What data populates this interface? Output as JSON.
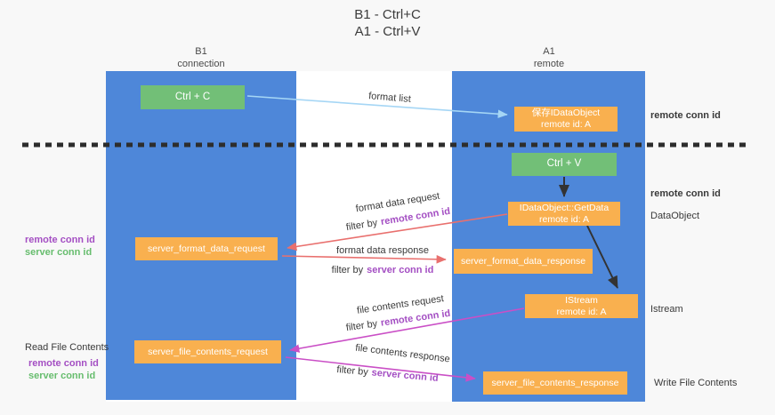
{
  "title": {
    "line1": "B1 - Ctrl+C",
    "line2": "A1 - Ctrl+V"
  },
  "lanes": {
    "left": {
      "name": "B1",
      "role": "connection"
    },
    "right": {
      "name": "A1",
      "role": "remote"
    }
  },
  "nodes": {
    "ctrl_c": {
      "label": "Ctrl + C"
    },
    "save_dataobject": {
      "line1": "保存IDataObject",
      "line2": "remote id: A"
    },
    "ctrl_v": {
      "label": "Ctrl + V"
    },
    "getdata": {
      "line1": "IDataObject::GetData",
      "line2": "remote id: A"
    },
    "server_format_data_request": {
      "label": "server_format_data_request"
    },
    "server_format_data_response": {
      "label": "server_format_data_response"
    },
    "istream": {
      "line1": "IStream",
      "line2": "remote id: A"
    },
    "server_file_contents_request": {
      "label": "server_file_contents_request"
    },
    "server_file_contents_response": {
      "label": "server_file_contents_response"
    }
  },
  "edge_labels": {
    "format_list": "format list",
    "format_data_request": "format data request",
    "format_data_response": "format data response",
    "file_contents_request": "file contents request",
    "file_contents_response": "file contents response",
    "filter_by": "filter by",
    "remote_conn_id": "remote conn id",
    "server_conn_id": "server conn id"
  },
  "side_labels": {
    "remote_conn_id": "remote conn id",
    "server_conn_id": "server conn id",
    "dataobject": "DataObject",
    "istream": "Istream",
    "read_file_contents": "Read File Contents",
    "write_file_contents": "Write File Contents"
  },
  "colors": {
    "lane_blue": "#4e87d9",
    "node_green": "#72bf77",
    "node_orange": "#f9b04f",
    "remote_conn_id_purple": "#a44fc3",
    "server_conn_id_green": "#67bd6e",
    "format_arrow_red": "#e9706e",
    "file_arrow_magenta": "#ca4fc6",
    "format_list_arrow_blue": "#a5d6f5",
    "black_arrow": "#333333",
    "dashed_divider": "#2d2d2d"
  }
}
